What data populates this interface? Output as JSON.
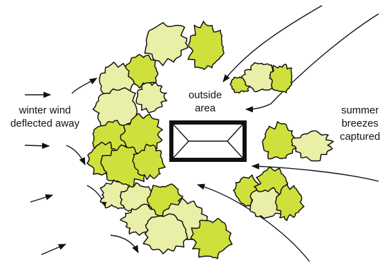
{
  "labels": {
    "winter": [
      "winter wind",
      "deflected away"
    ],
    "outside": [
      "outside",
      "area"
    ],
    "summer": [
      "summer",
      "breezes",
      "captured"
    ]
  },
  "colors": {
    "foliage_light": "#e9efa7",
    "foliage_dark": "#cfe03c",
    "outline": "#111111",
    "building": "#111111",
    "arrow": "#111111"
  },
  "icons": {
    "building": "building-plan-icon",
    "tree": "tree-canopy-icon",
    "arrow": "wind-arrow-icon"
  }
}
